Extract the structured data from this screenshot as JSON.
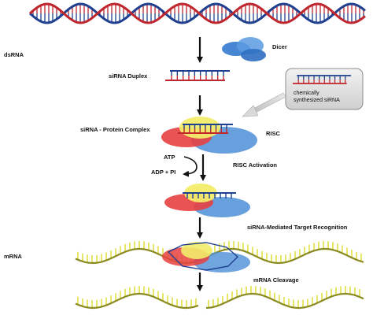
{
  "labels": {
    "dsrna": "dsRNA",
    "dicer": "Dicer",
    "sirna_duplex": "siRNA Duplex",
    "chem_line1": "chemically",
    "chem_line2": "synthesized siRNA",
    "sirna_protein_complex": "siRNA - Protein Complex",
    "risc": "RISC",
    "atp": "ATP",
    "adp_pi": "ADP + PI",
    "risc_activation": "RISC Activation",
    "target_recognition": "siRNA-Mediated Target Recognition",
    "mrna": "mRNA",
    "mrna_cleavage": "mRNA Cleavage"
  },
  "colors": {
    "strand_blue": "#1f3f8f",
    "strand_red": "#c0262d",
    "mrna_backbone": "#8a8a20",
    "mrna_rungs": "#e3e35a",
    "risc_blue": "#4d8fd8",
    "risc_red": "#e84040",
    "risc_yellow": "#f2ec6a",
    "dicer_blue": "#3d7fd0",
    "arrow": "#111111"
  }
}
